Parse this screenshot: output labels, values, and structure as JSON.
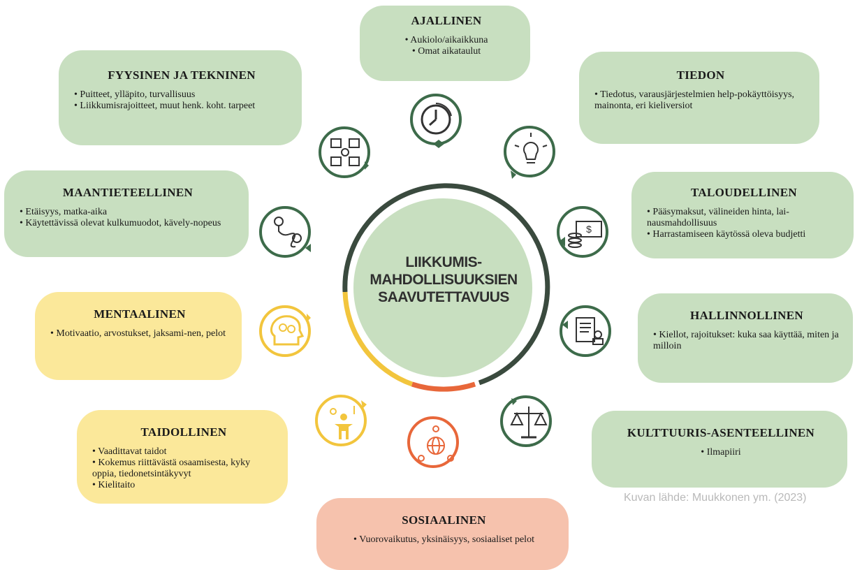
{
  "center": {
    "line1": "LIIKKUMIS-",
    "line2": "MAHDOLLISUUKSIEN",
    "line3": "SAAVUTETTAVUUS"
  },
  "boxes": {
    "ajallinen": {
      "title": "AJALLINEN",
      "items": [
        "Aukiolo/aikaikkuna",
        "Omat aikataulut"
      ]
    },
    "fyysinen": {
      "title": "FYYSINEN JA TEKNINEN",
      "items": [
        "Puitteet, ylläpito, turvallisuus",
        "Liikkumisrajoitteet, muut henk. koht. tarpeet"
      ]
    },
    "tiedon": {
      "title": "TIEDON",
      "items": [
        "Tiedotus, varausjärjestelmien help-pokäyttöisyys, mainonta, eri kieliversiot"
      ]
    },
    "maantieteellinen": {
      "title": "MAANTIETEELLINEN",
      "items": [
        "Etäisyys, matka-aika",
        "Käytettävissä olevat kulkumuodot, kävely-nopeus"
      ]
    },
    "taloudellinen": {
      "title": "TALOUDELLINEN",
      "items": [
        "Pääsymaksut, välineiden hinta, lai-nausmahdollisuus",
        "Harrastamiseen käytössä oleva budjetti"
      ]
    },
    "mentaalinen": {
      "title": "MENTAALINEN",
      "items": [
        "Motivaatio, arvostukset, jaksami-nen, pelot"
      ]
    },
    "hallinnollinen": {
      "title": "HALLINNOLLINEN",
      "items": [
        "Kiellot, rajoitukset: kuka saa käyttää, miten ja milloin"
      ]
    },
    "taidollinen": {
      "title": "TAIDOLLINEN",
      "items": [
        "Vaadittavat taidot",
        "Kokemus riittävästä osaamisesta, kyky oppia, tiedonetsintäkyvyt",
        "Kielitaito"
      ]
    },
    "kulttuuris": {
      "title": "KULTTUURIS-ASENTEELLINEN",
      "items": [
        "Ilmapiiri"
      ]
    },
    "sosiaalinen": {
      "title": "SOSIAALINEN",
      "items": [
        "Vuorovaikutus, yksinäisyys, sosiaaliset pelot"
      ]
    }
  },
  "icons": {
    "ajallinen": "clock-icon",
    "fyysinen": "tech-grid-icon",
    "tiedon": "lightbulb-icon",
    "maantieteellinen": "route-pin-icon",
    "taloudellinen": "money-coins-icon",
    "mentaalinen": "head-gears-icon",
    "hallinnollinen": "document-stamp-icon",
    "taidollinen": "person-skills-icon",
    "kulttuuris": "scales-icon",
    "sosiaalinen": "globe-people-icon"
  },
  "caption": "Kuvan lähde: Muukkonen ym. (2023)",
  "colors": {
    "green_box": "#c8dfc0",
    "yellow_box": "#fbe89a",
    "red_box": "#f6c2ad",
    "dark_green": "#3d6b4a",
    "yellow": "#f2c53d",
    "orange": "#e8673a",
    "hub_fill": "#c8dfc0"
  }
}
